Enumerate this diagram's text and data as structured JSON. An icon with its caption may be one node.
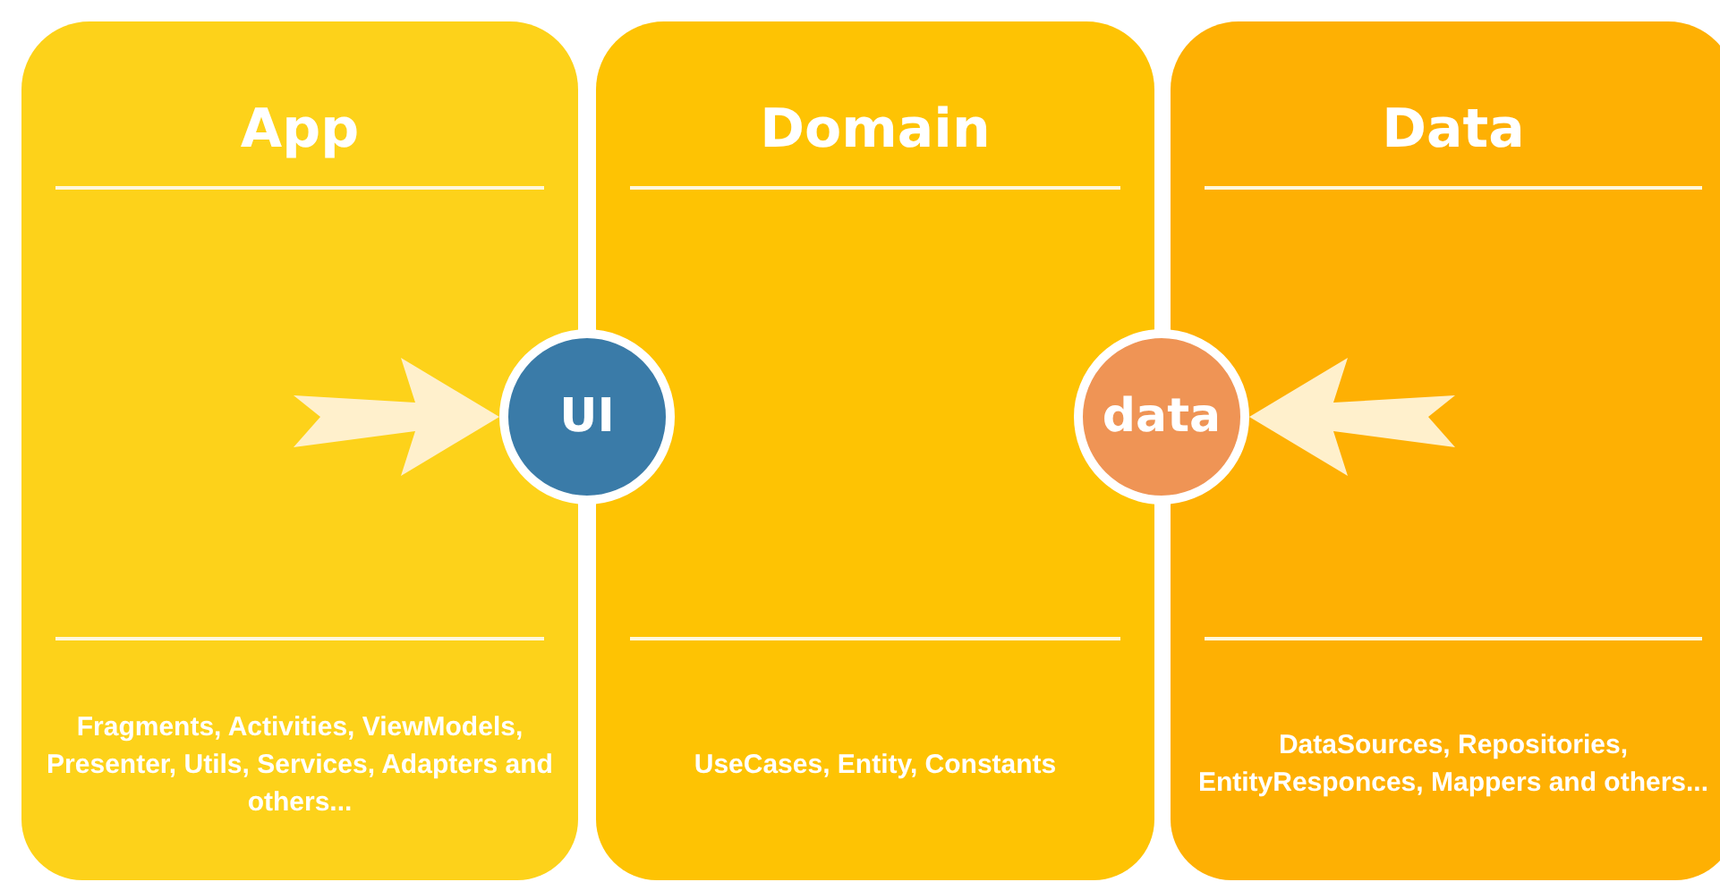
{
  "diagram": {
    "nodes": [
      {
        "text": [
          "App",
          "Fragments, Activities, ViewModels, Presenter, Utils, Services, Adapters and others..."
        ]
      },
      {
        "text": [
          "Domain",
          "UseCases, Entity, Constants"
        ]
      },
      {
        "text": [
          "Data",
          "DataSources, Repositories, EntityResponces, Mappers and others..."
        ]
      },
      {
        "text": [
          "UI"
        ]
      },
      {
        "text": [
          "data"
        ]
      }
    ],
    "edges": [
      {
        "from": null,
        "to": 3,
        "arrow": "to"
      },
      {
        "from": null,
        "to": 4,
        "arrow": "to"
      }
    ]
  }
}
